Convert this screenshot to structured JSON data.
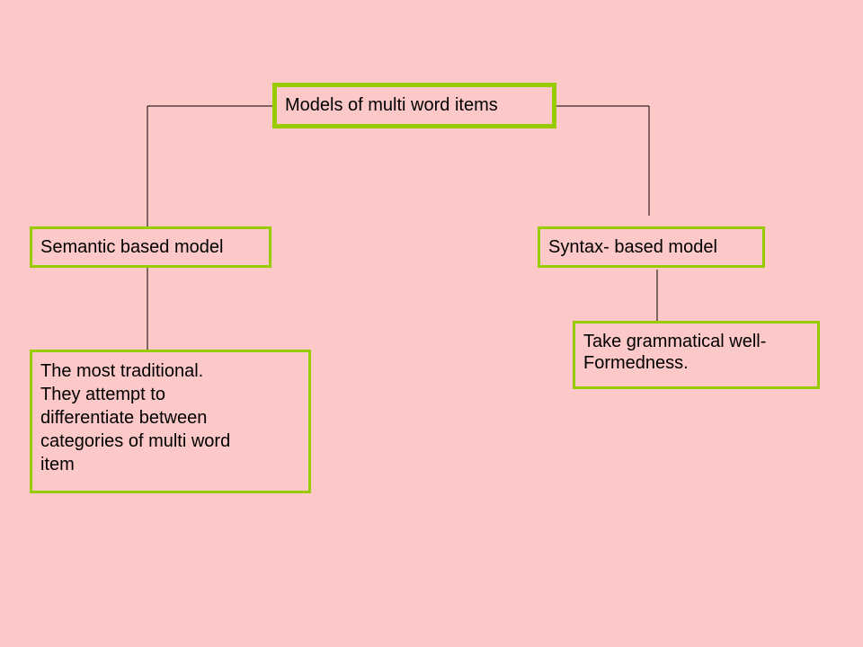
{
  "diagram": {
    "root": {
      "label": "Models of multi word items"
    },
    "branches": [
      {
        "label": "Semantic based model",
        "note_lines": [
          "The most traditional.",
          "They attempt to",
          "differentiate between",
          "categories of multi word",
          "item"
        ]
      },
      {
        "label": "Syntax- based model",
        "note_lines": [
          "Take grammatical well-",
          "Formedness."
        ]
      }
    ]
  },
  "colors": {
    "background": "#fcc8c8",
    "box_border": "#99cc00",
    "connector": "#000000",
    "text": "#000000"
  }
}
